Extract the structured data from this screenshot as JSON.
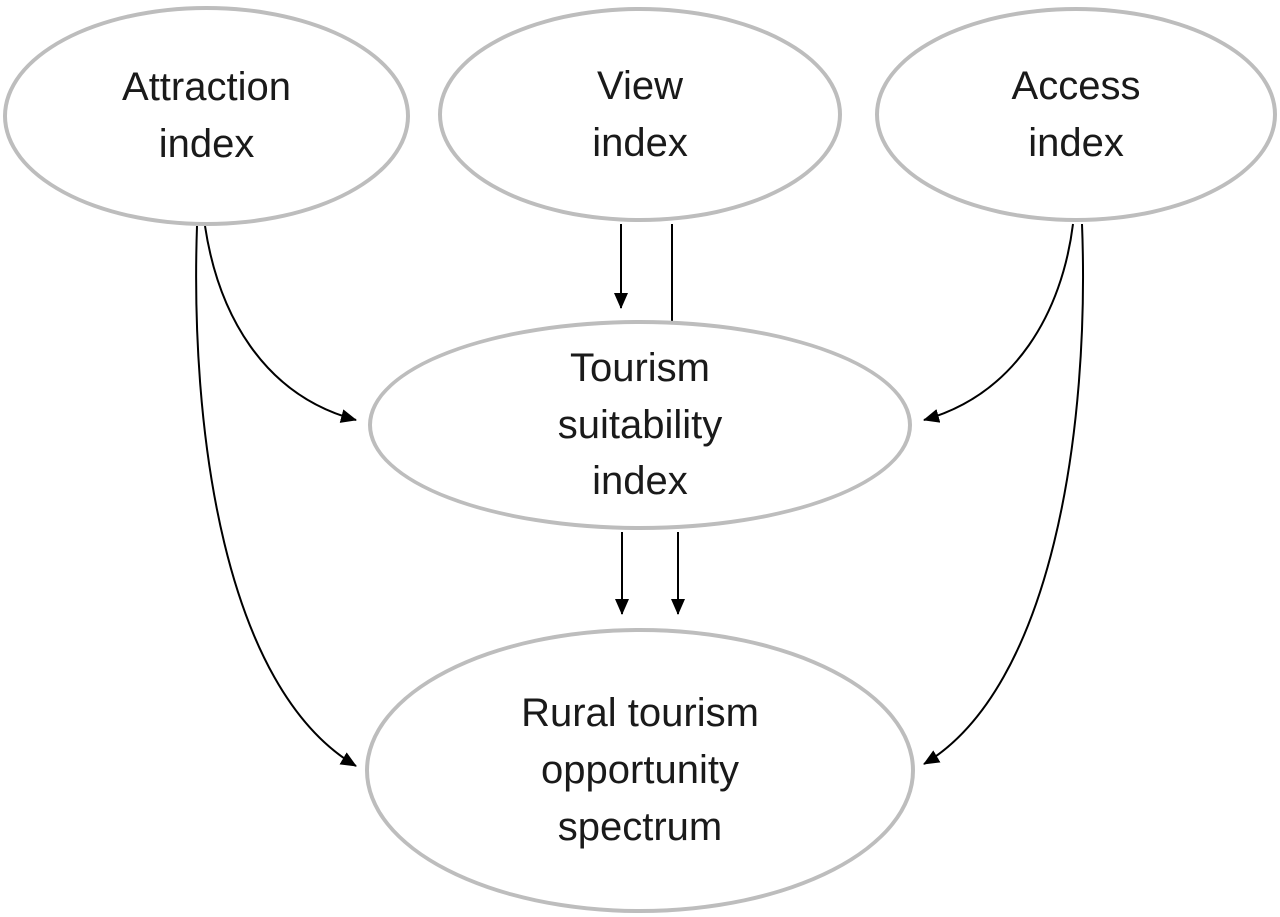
{
  "diagram": {
    "background_color": "#ffffff",
    "node_border_color": "#bdbdbd",
    "text_color": "#1a1a1a",
    "arrow_color": "#000000",
    "nodes": [
      {
        "id": "attraction-index",
        "label": "Attraction\nindex"
      },
      {
        "id": "view-index",
        "label": "View\nindex"
      },
      {
        "id": "access-index",
        "label": "Access\nindex"
      },
      {
        "id": "tourism-suitability-index",
        "label": "Tourism\nsuitability\nindex"
      },
      {
        "id": "rural-tourism-opportunity-spectrum",
        "label": "Rural tourism\nopportunity\nspectrum"
      }
    ],
    "edges": [
      {
        "from": "attraction-index",
        "to": "tourism-suitability-index"
      },
      {
        "from": "attraction-index",
        "to": "rural-tourism-opportunity-spectrum"
      },
      {
        "from": "view-index",
        "to": "tourism-suitability-index"
      },
      {
        "from": "view-index",
        "to": "rural-tourism-opportunity-spectrum"
      },
      {
        "from": "access-index",
        "to": "tourism-suitability-index"
      },
      {
        "from": "access-index",
        "to": "rural-tourism-opportunity-spectrum"
      },
      {
        "from": "tourism-suitability-index",
        "to": "rural-tourism-opportunity-spectrum"
      }
    ]
  }
}
